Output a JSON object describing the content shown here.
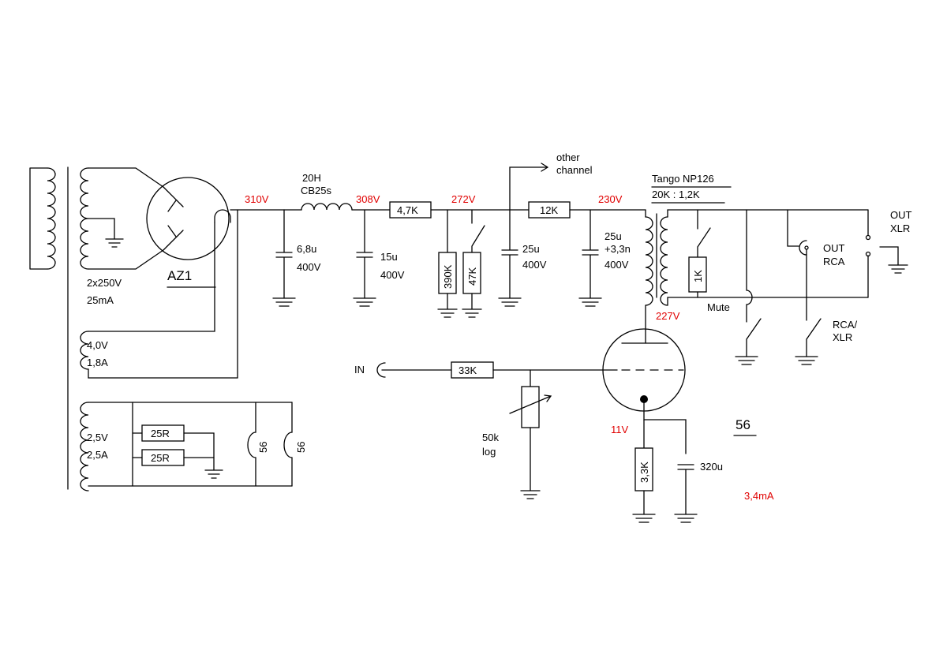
{
  "colors": {
    "voltage_label": "#e00000",
    "wire": "#000000",
    "background": "#ffffff"
  },
  "transformer": {
    "hv_rating": "2x250V",
    "hv_current": "25mA",
    "filament_a_voltage": "4,0V",
    "filament_a_current": "1,8A",
    "filament_b_voltage": "2,5V",
    "filament_b_current": "2,5A"
  },
  "rectifier": {
    "label": "AZ1"
  },
  "heater": {
    "r1": "25R",
    "r2": "25R",
    "tube1": "56",
    "tube2": "56"
  },
  "supply": {
    "v1": "310V",
    "c1_value": "6,8u",
    "c1_voltage": "400V",
    "choke_value": "20H",
    "choke_type": "CB25s",
    "v2": "308V",
    "c2_value": "15u",
    "c2_voltage": "400V",
    "r_series1": "4,7K",
    "v3": "272V",
    "r_bleed1": "390K",
    "r_bleed2": "47K",
    "c3_value": "25u",
    "c3_voltage": "400V",
    "other_line1": "other",
    "other_line2": "channel",
    "r_series2": "12K",
    "v4": "230V",
    "c4_value": "25u",
    "c4_extra": "+3,3n",
    "c4_voltage": "400V"
  },
  "output_transformer": {
    "name": "Tango NP126",
    "ratio": "20K : 1,2K"
  },
  "output": {
    "mute_resistor": "1K",
    "mute_label": "Mute",
    "out_rca_1": "OUT",
    "out_rca_2": "RCA",
    "out_xlr_1": "OUT",
    "out_xlr_2": "XLR",
    "switch_1": "RCA/",
    "switch_2": "XLR"
  },
  "stage": {
    "plate_voltage": "227V",
    "input_label": "IN",
    "grid_resistor": "33K",
    "pot_value": "50k",
    "pot_taper": "log",
    "cathode_voltage": "11V",
    "cathode_resistor": "3,3K",
    "cathode_cap": "320u",
    "current": "3,4mA",
    "tube": "56"
  }
}
